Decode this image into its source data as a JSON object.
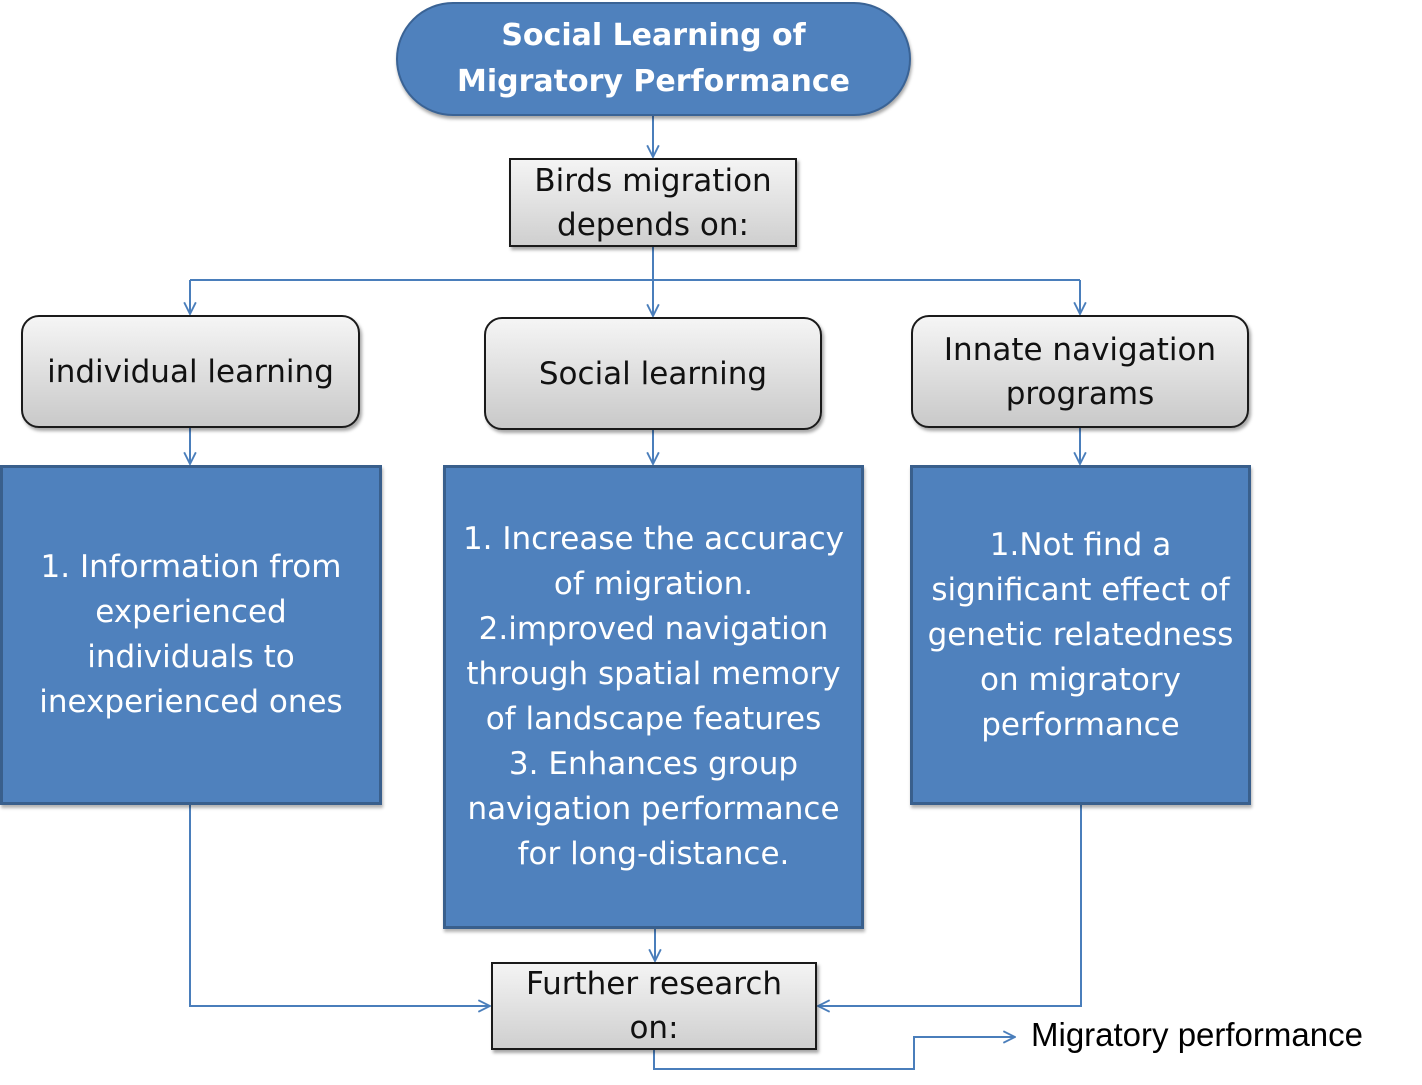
{
  "title": {
    "line1": "Social Learning of",
    "line2": "Migratory Performance"
  },
  "depends": {
    "line1": "Birds migration",
    "line2": "depends on:"
  },
  "categories": [
    {
      "label_lines": [
        "individual learning"
      ]
    },
    {
      "label_lines": [
        "Social learning"
      ]
    },
    {
      "label_lines": [
        "Innate navigation",
        "programs"
      ]
    }
  ],
  "details": [
    {
      "lines": [
        "1. Information from",
        "experienced",
        "individuals to",
        "inexperienced ones"
      ]
    },
    {
      "lines": [
        "1. Increase the accuracy",
        "of migration.",
        "2.improved navigation",
        "through spatial memory",
        "of landscape features",
        "3. Enhances group",
        "navigation performance",
        "for long-distance."
      ]
    },
    {
      "lines": [
        "1.Not find a",
        "significant effect of",
        "genetic relatedness",
        "on migratory",
        "performance"
      ]
    }
  ],
  "further": {
    "line1": "Further research",
    "line2": "on:"
  },
  "outcome": "Migratory performance",
  "colors": {
    "accent_blue": "#4f81bd",
    "connector": "#4a7ebb"
  }
}
